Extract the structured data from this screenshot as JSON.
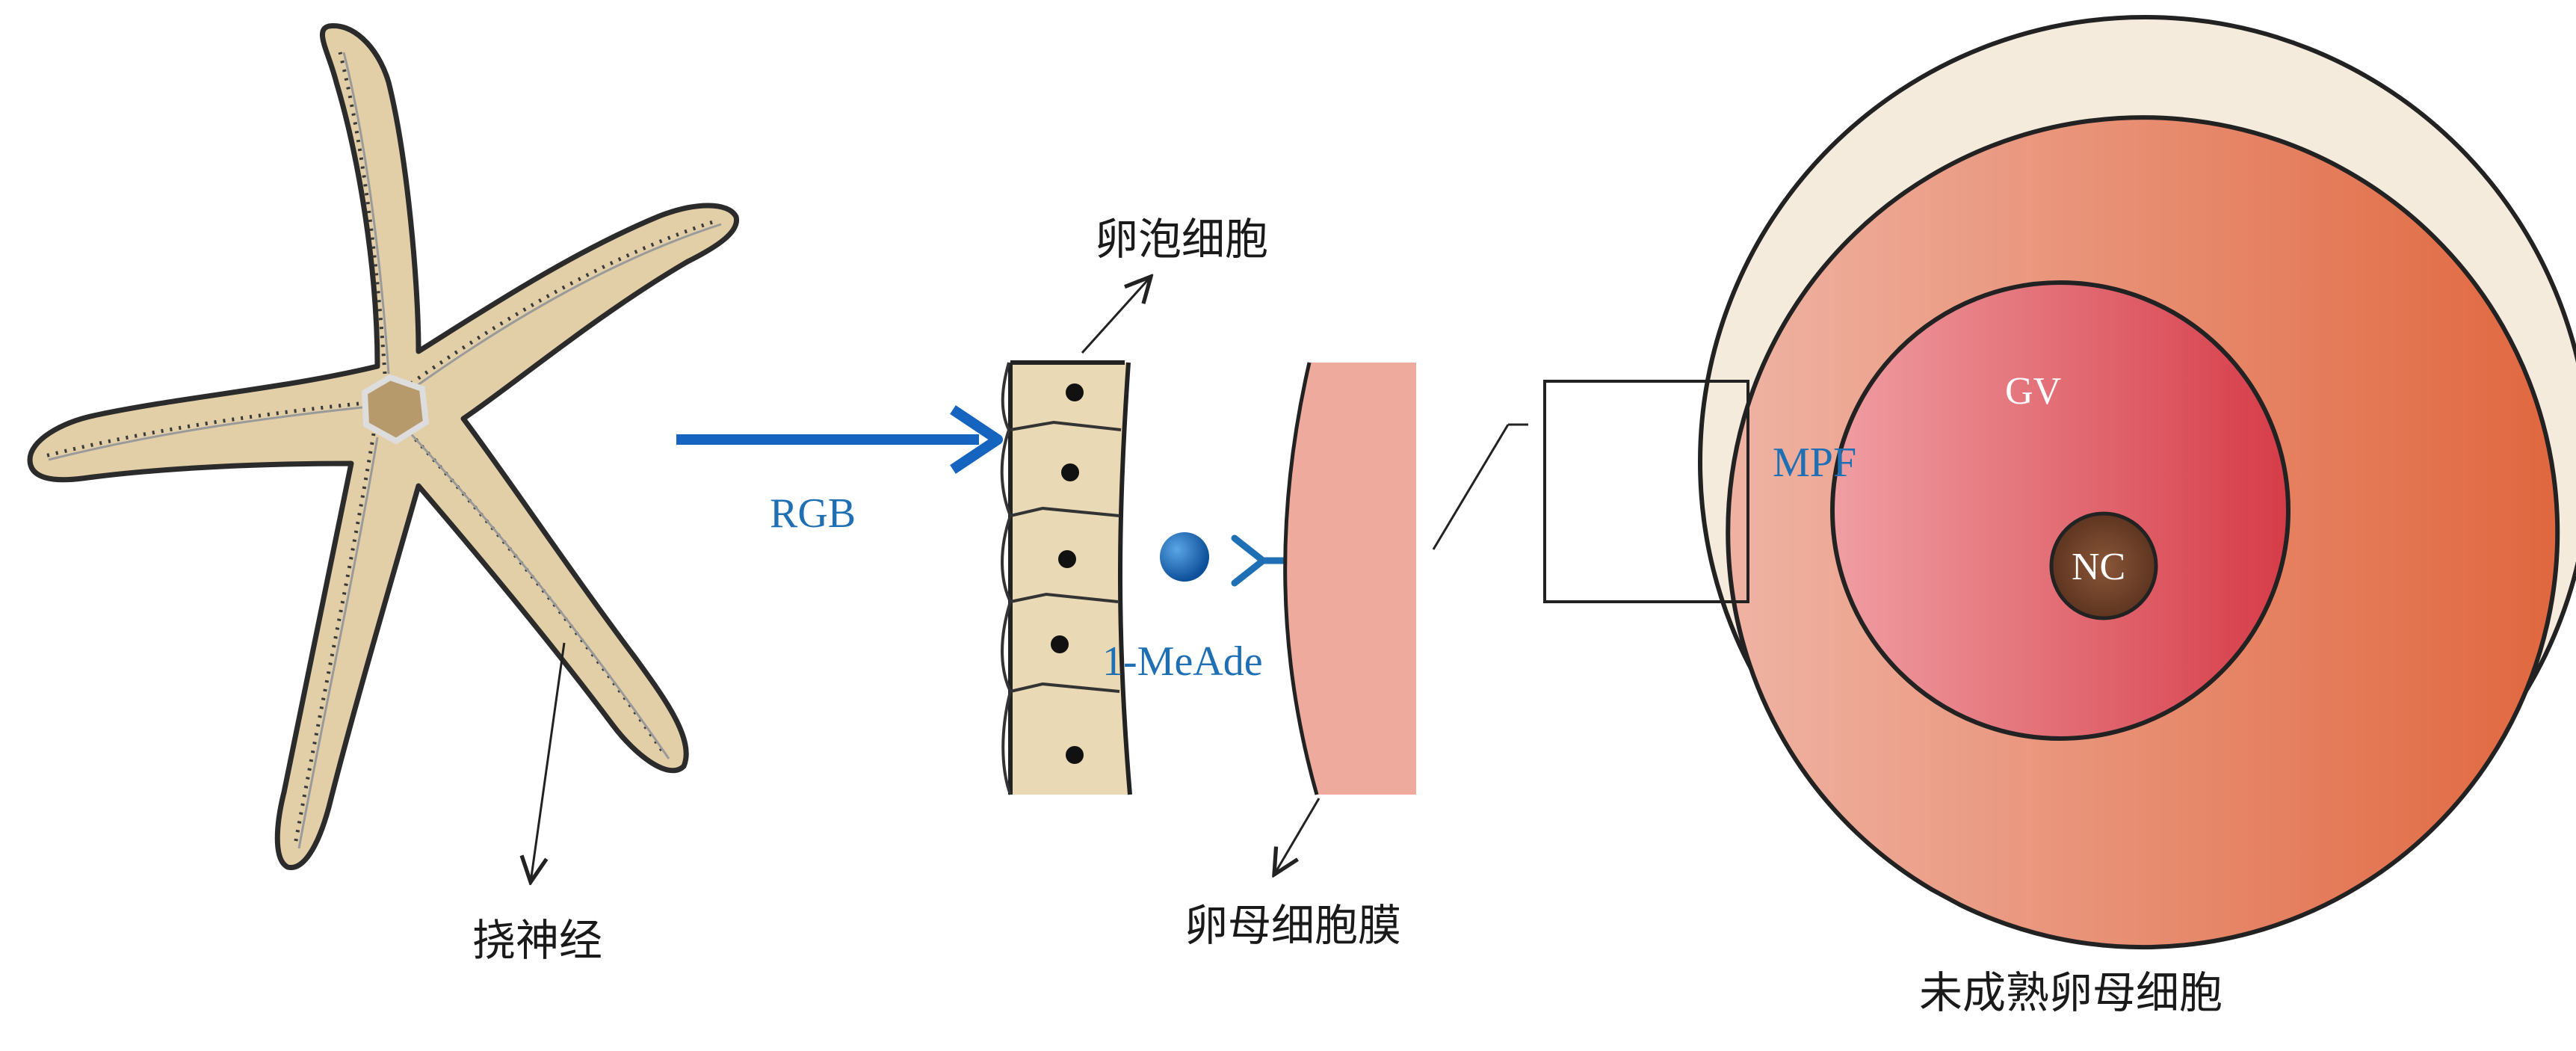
{
  "labels": {
    "radial_nerve": "挠神经",
    "follicle_cell": "卵泡细胞",
    "rgb": "RGB",
    "one_meade": "1-MeAde",
    "oocyte_membrane": "卵母细胞膜",
    "mpf": "MPF",
    "gv": "GV",
    "nc": "NC",
    "immature_oocyte": "未成熟卵母细胞"
  },
  "colors": {
    "starfish_body": "#e2cfa7",
    "starfish_outline": "#2a2a2a",
    "arrow_blue": "#1565c0",
    "label_blue": "#1f6fb4",
    "follicle_fill": "#ead9b5",
    "membrane_pink": "#eeaa9c",
    "oocyte_outer_ring": "#f4ebdd",
    "cytoplasm_left": "#efb09f",
    "cytoplasm_right": "#e06b4a",
    "gv_left": "#ee9aa0",
    "gv_right": "#d8424c",
    "nucleolus": "#7b4a30"
  }
}
